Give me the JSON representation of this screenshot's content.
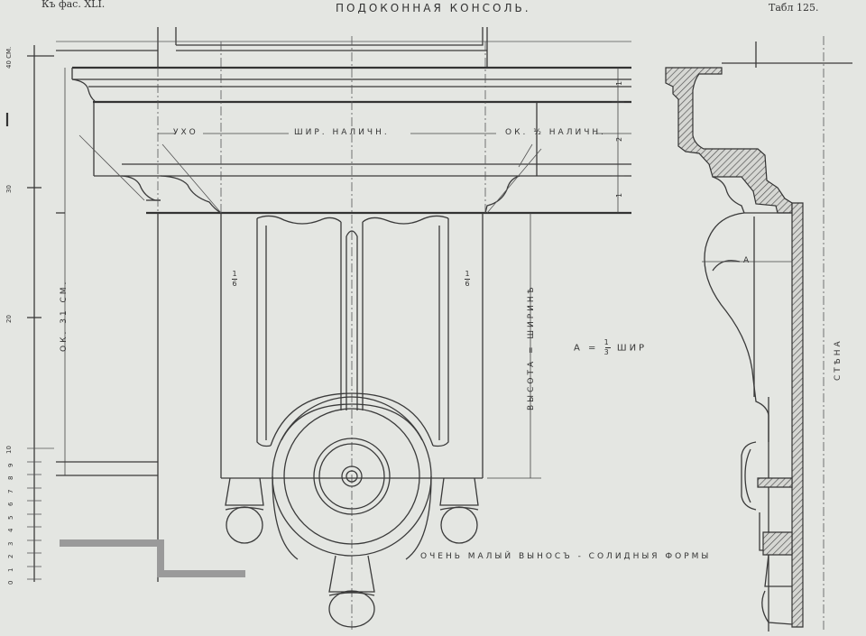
{
  "plate": {
    "header_left": "Къ фас. XLI.",
    "header_title": "ПОДОКОННАЯ КОНСОЛЬ.",
    "header_right": "Табл 125."
  },
  "labels": {
    "ear": "УХО",
    "width_casing": "ШИР. НАЛИЧН.",
    "approx_casing": "ОК. ½ НАЛИЧН.",
    "height_eq_width": "ВЫСОТА = ШИРИНѢ",
    "approx_31cm": "ОК. 31 СМ.",
    "formula_prefix": "А =",
    "formula_num": "1",
    "formula_den": "3",
    "formula_suffix": "ШИР",
    "dim_a": "А",
    "wall": "СТѢНА",
    "caption": "ОЧЕНЬ МАЛЫЙ ВЫНОСЪ - СОЛИДНЫЯ ФОРМЫ",
    "frac_left_num": "1",
    "frac_left_den": "6",
    "frac_right_num": "1",
    "frac_right_den": "6",
    "ratio_1_top": "1",
    "ratio_2": "2",
    "ratio_1_bottom": "1"
  },
  "scale": {
    "top_label": "40 СМ.",
    "label_30": "30",
    "label_20": "20",
    "label_10": "10",
    "ticks": [
      "9",
      "8",
      "7",
      "6",
      "5",
      "4",
      "3",
      "2",
      "1",
      "0"
    ]
  },
  "colors": {
    "paper": "#e4e6e2",
    "ink": "#333333",
    "wall_gray": "#9a9a9a"
  }
}
